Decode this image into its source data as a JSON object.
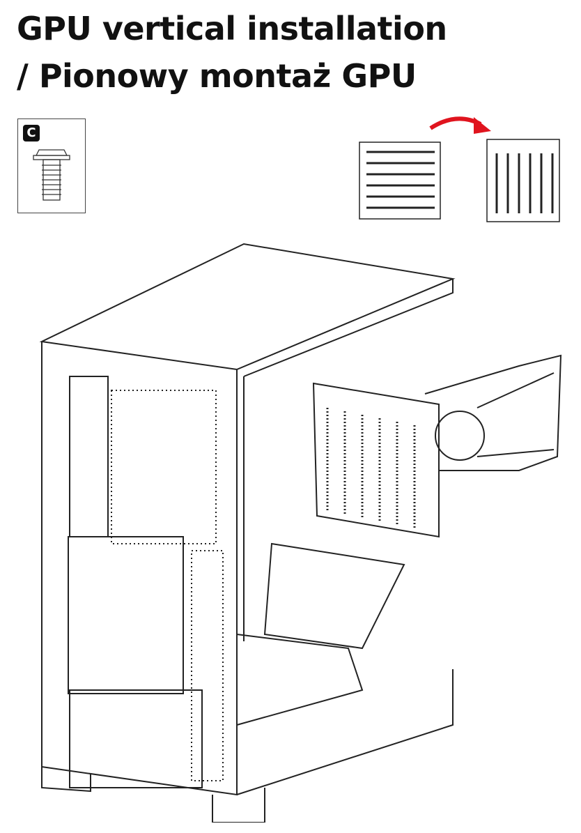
{
  "title_line1": "GPU vertical installation",
  "title_line2": "/ Pionowy montaż GPU",
  "screw_label": "C",
  "arrow_color": "#e0141e"
}
